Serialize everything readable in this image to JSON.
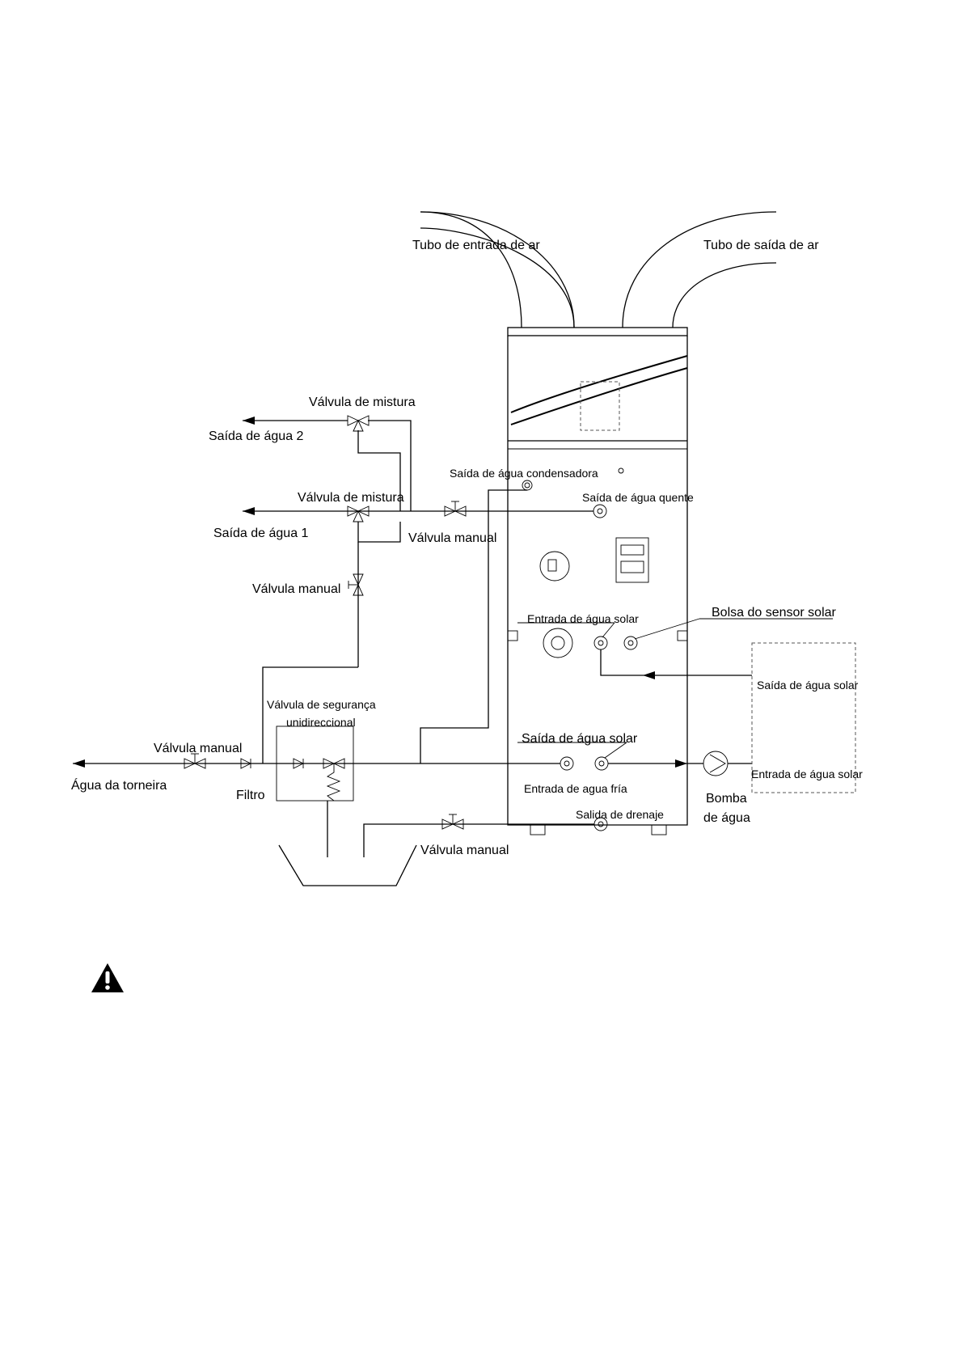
{
  "labels": {
    "air_inlet_tube": "Tubo de entrada de ar",
    "air_outlet_tube": "Tubo de saída de ar",
    "mixing_valve_top": "Válvula de mistura",
    "water_outlet_2": "Saída de água 2",
    "mixing_valve_mid": "Válvula de mistura",
    "water_outlet_1": "Saída de água 1",
    "condensate_outlet": "Saída de água condensadora",
    "hot_water_outlet": "Saída de água quente",
    "manual_valve_top": "Válvula manual",
    "manual_valve_left": "Válvula manual",
    "solar_water_inlet": "Entrada de água solar",
    "solar_sensor_pocket": "Bolsa do sensor solar",
    "solar_water_outlet_right": "Saída de água solar",
    "safety_valve_line1": "Válvula de segurança",
    "safety_valve_line2": "unidireccional",
    "manual_valve_inlet": "Válvula manual",
    "solar_water_outlet_mid": "Saída de água solar",
    "tap_water": "Água da torneira",
    "filter": "Filtro",
    "cold_water_inlet": "Entrada de agua fría",
    "drain_outlet": "Salida de drenaje",
    "manual_valve_bottom": "Válvula manual",
    "pump_line1": "Bomba",
    "pump_line2": "de água",
    "solar_water_inlet_right": "Entrada de água solar"
  },
  "icons": {
    "warning": "warning-triangle-icon"
  }
}
